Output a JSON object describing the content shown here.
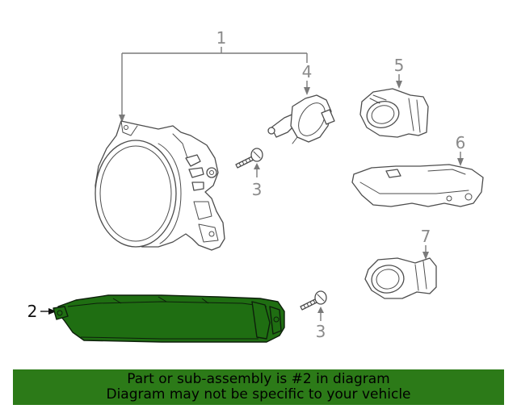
{
  "callouts": {
    "c1": "1",
    "c2": "2",
    "c3a": "3",
    "c3b": "3",
    "c4": "4",
    "c5": "5",
    "c6": "6",
    "c7": "7"
  },
  "highlighted_part": "2",
  "colors": {
    "highlight_fill": "#1f6e12",
    "banner_background": "#2c7a18",
    "callout_text": "#8a8a8a"
  },
  "banner": {
    "line1": "Part or sub-assembly is #2 in diagram",
    "line2": "Diagram may not be specific to your vehicle"
  }
}
